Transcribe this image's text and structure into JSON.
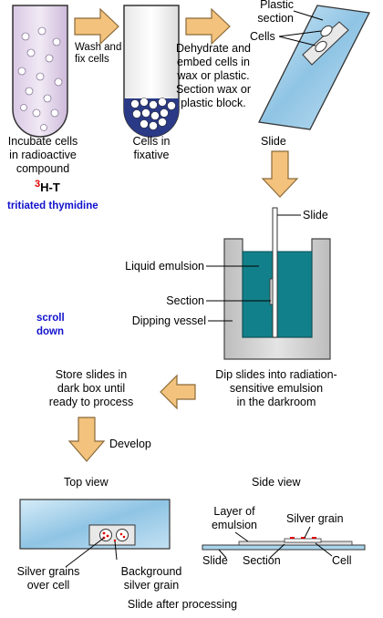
{
  "steps": {
    "incubate": [
      "Incubate cells",
      "in radioactive",
      "compound"
    ],
    "isotope_superscript": "3",
    "isotope_label": "H-T",
    "tritiated": "tritiated thymidine",
    "wash_fix": [
      "Wash and",
      "fix cells"
    ],
    "cells_in_fixative": [
      "Cells in",
      "fixative"
    ],
    "dehydrate": [
      "Dehydrate and",
      "embed cells in",
      "wax or plastic.",
      "Section wax or",
      "plastic block."
    ],
    "plastic_section": [
      "Plastic",
      "section"
    ],
    "cells": "Cells",
    "slide": "Slide",
    "dip_slide": "Slide",
    "liquid_emulsion": "Liquid emulsion",
    "section": "Section",
    "dipping_vessel": "Dipping vessel",
    "scroll_down": [
      "scroll",
      "down"
    ],
    "dip_slides": [
      "Dip slides into radiation-",
      "sensitive emulsion",
      "in the darkroom"
    ],
    "store_slides": [
      "Store slides in",
      "dark box until",
      "ready to process"
    ],
    "develop": "Develop",
    "top_view": "Top view",
    "side_view": "Side view",
    "silver_grains_over_cell": [
      "Silver grains",
      "over cell"
    ],
    "background_grain": [
      "Background",
      "silver grain"
    ],
    "layer_emulsion": [
      "Layer of",
      "emulsion"
    ],
    "silver_grain": "Silver grain",
    "side_slide": "Slide",
    "side_section": "Section",
    "side_cell": "Cell",
    "after_processing": "Slide after processing"
  },
  "colors": {
    "arrow_fill": "#f3c27c",
    "arrow_stroke": "#8a6a3a",
    "emulsion": "#12808a",
    "vessel": "#cfcfcf",
    "slide_blue": "#a9d4ec",
    "tube_fill": "#e6dbec",
    "red_grain": "#e00000",
    "label_blue": "#1111cc"
  }
}
